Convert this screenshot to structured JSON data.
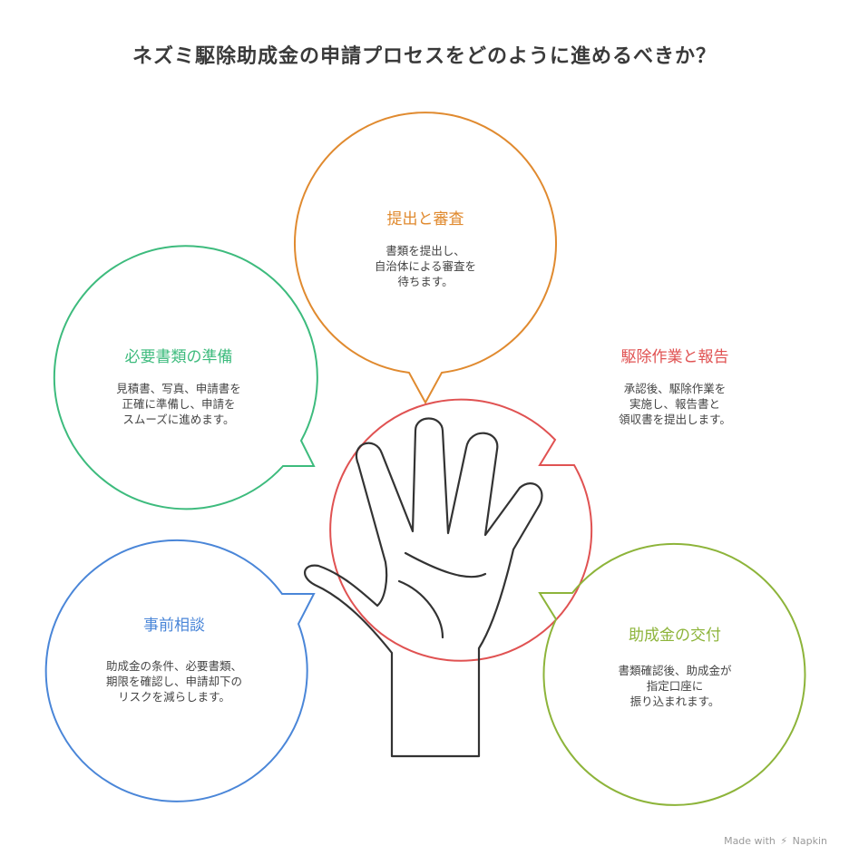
{
  "title": "ネズミ駆除助成金の申請プロセスをどのように進めるべきか？",
  "nodes": [
    {
      "id": "consult",
      "heading": "事前相談",
      "text": "助成金の条件、必要書類、\n期限を確認し、申請却下の\nリスクを減らします。",
      "color": "#4a86d8"
    },
    {
      "id": "prepare",
      "heading": "必要書類の準備",
      "text": "見積書、写真、申請書を\n正確に準備し、申請を\nスムーズに進めます。",
      "color": "#3dbb7d"
    },
    {
      "id": "submit",
      "heading": "提出と審査",
      "text": "書類を提出し、\n自治体による審査を\n待ちます。",
      "color": "#e08a2f"
    },
    {
      "id": "work",
      "heading": "駆除作業と報告",
      "text": "承認後、駆除作業を\n実施し、報告書と\n領収書を提出します。",
      "color": "#e05252"
    },
    {
      "id": "grant",
      "heading": "助成金の交付",
      "text": "書類確認後、助成金が\n指定口座に\n振り込まれます。",
      "color": "#8db43a"
    }
  ],
  "footer": {
    "made_with": "Made with",
    "brand": "Napkin"
  }
}
